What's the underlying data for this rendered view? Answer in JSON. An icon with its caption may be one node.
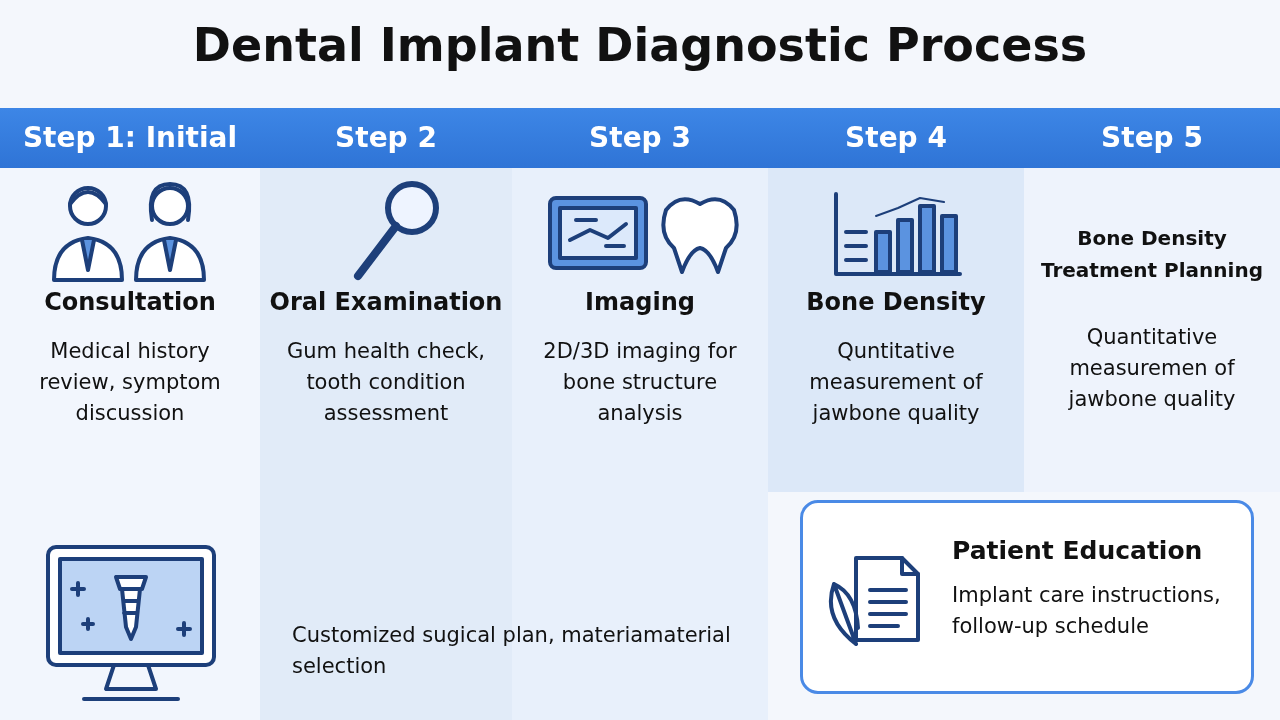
{
  "diagram": {
    "title": "Dental Implant Diagnostic Process",
    "nodes": [
      {
        "text": [
          "Step 1: Initial",
          "Consultation",
          "Medical history review, symptom discussion"
        ]
      },
      {
        "text": [
          "Step 2",
          "Oral Examination",
          "Gum health check, tooth condition assessment"
        ]
      },
      {
        "text": [
          "Step 3",
          "Imaging",
          "2D/3D imaging for bone structure analysis"
        ]
      },
      {
        "text": [
          "Step 4",
          "Bone Density",
          "Quntitative measurement of jawbone quality"
        ]
      },
      {
        "text": [
          "Step 5",
          "Bone Density Treatment Planning",
          "Quantitative measuremen of jawbone quality"
        ]
      },
      {
        "text": [
          "Patient Education",
          "Implant care instructions, follow-up schedule"
        ]
      }
    ],
    "labels": [
      "Customized sugical plan, materiamaterial selection"
    ]
  }
}
